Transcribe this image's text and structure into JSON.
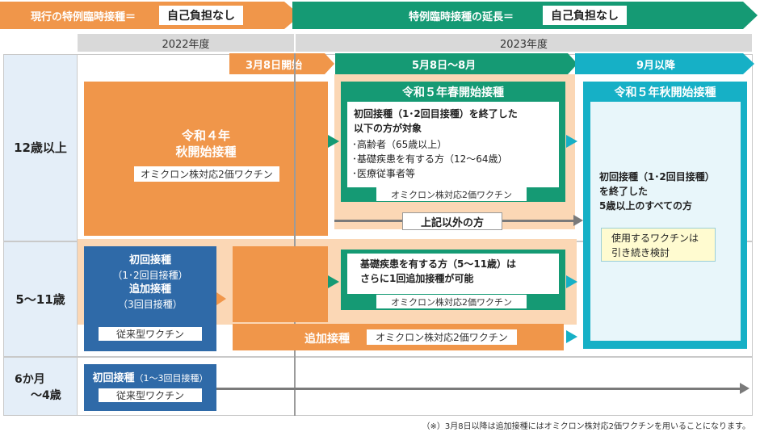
{
  "header": {
    "current_label": "現行の特例臨時接種＝",
    "current_tag": "自己負担なし",
    "extension_label": "特例臨時接種の延長＝",
    "extension_tag": "自己負担なし"
  },
  "years": {
    "y2022": "2022年度",
    "y2023": "2023年度"
  },
  "periods": {
    "march": "3月8日開始",
    "may": "5月8日～8月",
    "sep": "9月以降"
  },
  "rows": {
    "r1": "12歳以上",
    "r2": "5～11歳",
    "r3_line1": "6か月",
    "r3_line2": "～4歳"
  },
  "autumn2022": {
    "title_line1": "令和４年",
    "title_line2": "秋開始接種",
    "vaccine": "オミクロン株対応2価ワクチン"
  },
  "spring2023": {
    "title": "令和５年春開始接種",
    "body_line1": "初回接種（1･2回目接種）を終了した",
    "body_line2": "以下の方が対象",
    "items": [
      "･高齢者（65歳以上）",
      "･基礎疾患を有する方（12～64歳）",
      "･医療従事者等"
    ],
    "vaccine": "オミクロン株対応2価ワクチン"
  },
  "others_label": "上記以外の方",
  "autumn2023": {
    "title": "令和５年秋開始接種",
    "body_line1": "初回接種（1･2回目接種）",
    "body_line2": "を終了した",
    "body_line3": "5歳以上のすべての方",
    "note_line1": "使用するワクチンは",
    "note_line2": "引き続き検討"
  },
  "child_primary": {
    "line1": "初回接種",
    "line2": "（1･2回目接種）",
    "line3": "追加接種",
    "line4": "（3回目接種）",
    "vaccine": "従来型ワクチン"
  },
  "child_booster": {
    "line1": "基礎疾患を有する方（5～11歳）は",
    "line2": "さらに1回追加接種が可能",
    "vaccine": "オミクロン株対応2価ワクチン"
  },
  "booster_bar": {
    "label": "追加接種",
    "vaccine": "オミクロン株対応2価ワクチン"
  },
  "infant": {
    "title": "初回接種",
    "sub": "（1～3回目接種）",
    "vaccine": "従来型ワクチン"
  },
  "footnote": "（※）3月8日以降は追加接種にはオミクロン株対応2価ワクチンを用いることになります。",
  "colors": {
    "orange": "#f0964a",
    "orange_light": "#fbd7b5",
    "green": "#159a74",
    "teal": "#16b0c6",
    "blue": "#2f6aa8",
    "row_header_bg": "#e4eef8",
    "grey": "#9b9b9b"
  }
}
